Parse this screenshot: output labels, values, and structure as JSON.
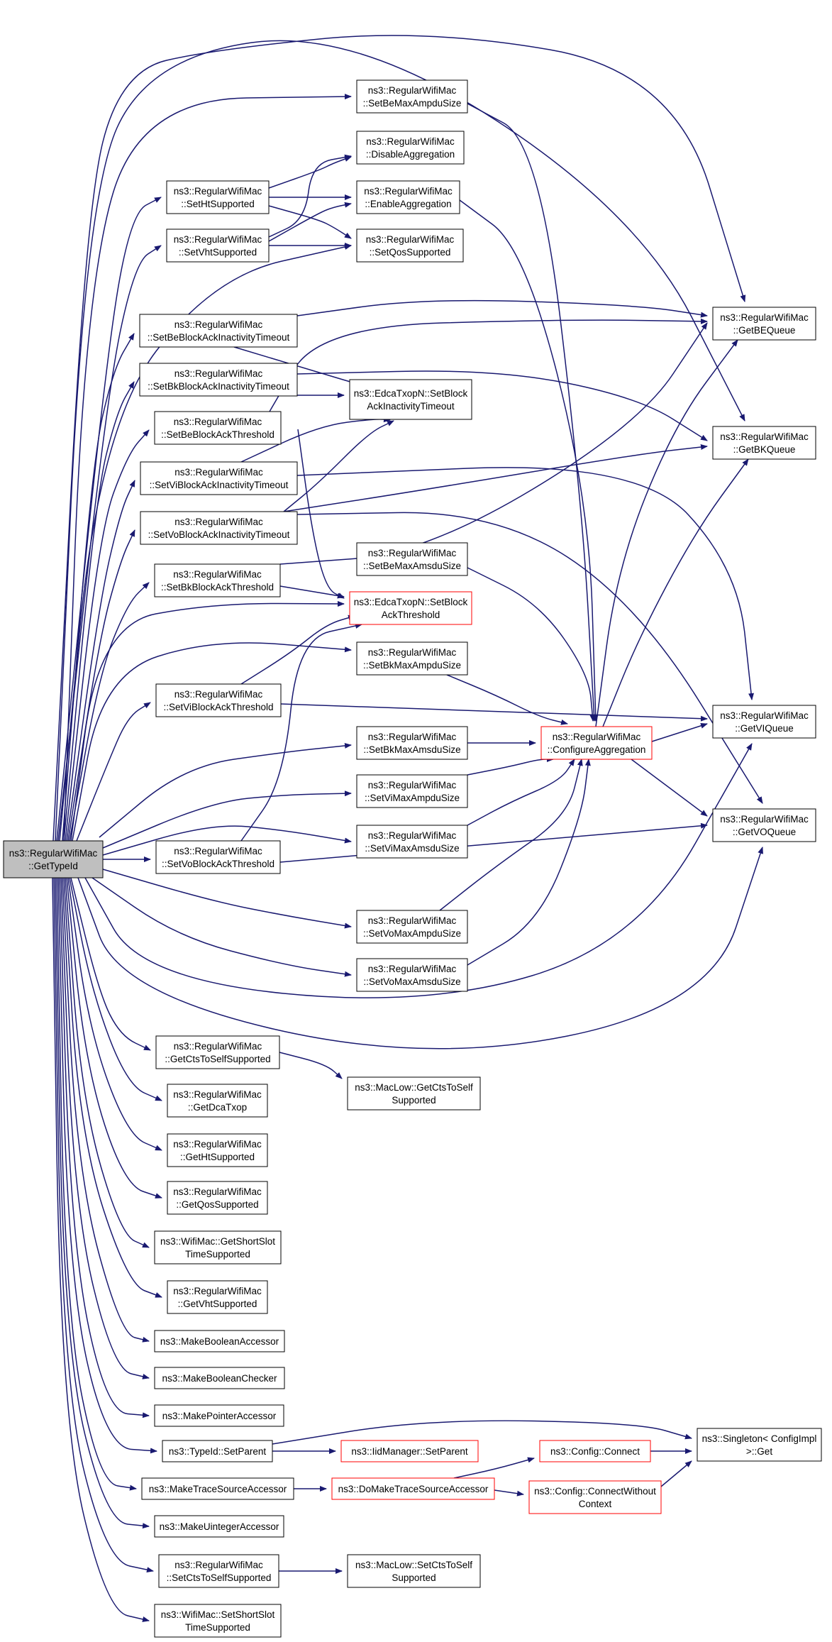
{
  "colors": {
    "edge": "#191970",
    "node_border": "#000000",
    "node_border_incomplete": "#ff0000",
    "root_fill": "#bfbfbf",
    "background": "#ffffff"
  },
  "nodes": [
    {
      "id": "root",
      "lines": [
        "ns3::RegularWifiMac",
        "::GetTypeId"
      ],
      "style": "root"
    },
    {
      "id": "setBeMaxAmpdu",
      "lines": [
        "ns3::RegularWifiMac",
        "::SetBeMaxAmpduSize"
      ]
    },
    {
      "id": "disableAgg",
      "lines": [
        "ns3::RegularWifiMac",
        "::DisableAggregation"
      ]
    },
    {
      "id": "setHt",
      "lines": [
        "ns3::RegularWifiMac",
        "::SetHtSupported"
      ]
    },
    {
      "id": "enableAgg",
      "lines": [
        "ns3::RegularWifiMac",
        "::EnableAggregation"
      ]
    },
    {
      "id": "setVht",
      "lines": [
        "ns3::RegularWifiMac",
        "::SetVhtSupported"
      ]
    },
    {
      "id": "setQos",
      "lines": [
        "ns3::RegularWifiMac",
        "::SetQosSupported"
      ]
    },
    {
      "id": "setBeBaIn",
      "lines": [
        "ns3::RegularWifiMac",
        "::SetBeBlockAckInactivityTimeout"
      ]
    },
    {
      "id": "getBE",
      "lines": [
        "ns3::RegularWifiMac",
        "::GetBEQueue"
      ]
    },
    {
      "id": "setBkBaIn",
      "lines": [
        "ns3::RegularWifiMac",
        "::SetBkBlockAckInactivityTimeout"
      ]
    },
    {
      "id": "edcaInact",
      "lines": [
        "ns3::EdcaTxopN::SetBlock",
        "AckInactivityTimeout"
      ]
    },
    {
      "id": "setBeBaTh",
      "lines": [
        "ns3::RegularWifiMac",
        "::SetBeBlockAckThreshold"
      ]
    },
    {
      "id": "getBK",
      "lines": [
        "ns3::RegularWifiMac",
        "::GetBKQueue"
      ]
    },
    {
      "id": "setViBaIn",
      "lines": [
        "ns3::RegularWifiMac",
        "::SetViBlockAckInactivityTimeout"
      ]
    },
    {
      "id": "setVoBaIn",
      "lines": [
        "ns3::RegularWifiMac",
        "::SetVoBlockAckInactivityTimeout"
      ]
    },
    {
      "id": "setBeMaxAmsdu",
      "lines": [
        "ns3::RegularWifiMac",
        "::SetBeMaxAmsduSize"
      ]
    },
    {
      "id": "setBkBaTh",
      "lines": [
        "ns3::RegularWifiMac",
        "::SetBkBlockAckThreshold"
      ]
    },
    {
      "id": "edcaThresh",
      "lines": [
        "ns3::EdcaTxopN::SetBlock",
        "AckThreshold"
      ],
      "style": "red"
    },
    {
      "id": "setBkMaxAmpdu",
      "lines": [
        "ns3::RegularWifiMac",
        "::SetBkMaxAmpduSize"
      ]
    },
    {
      "id": "setViBaTh",
      "lines": [
        "ns3::RegularWifiMac",
        "::SetViBlockAckThreshold"
      ]
    },
    {
      "id": "getVI",
      "lines": [
        "ns3::RegularWifiMac",
        "::GetVIQueue"
      ]
    },
    {
      "id": "setBkMaxAmsdu",
      "lines": [
        "ns3::RegularWifiMac",
        "::SetBkMaxAmsduSize"
      ]
    },
    {
      "id": "configAgg",
      "lines": [
        "ns3::RegularWifiMac",
        "::ConfigureAggregation"
      ],
      "style": "red"
    },
    {
      "id": "setViMaxAmpdu",
      "lines": [
        "ns3::RegularWifiMac",
        "::SetViMaxAmpduSize"
      ]
    },
    {
      "id": "getVO",
      "lines": [
        "ns3::RegularWifiMac",
        "::GetVOQueue"
      ]
    },
    {
      "id": "setViMaxAmsdu",
      "lines": [
        "ns3::RegularWifiMac",
        "::SetViMaxAmsduSize"
      ]
    },
    {
      "id": "setVoBaTh",
      "lines": [
        "ns3::RegularWifiMac",
        "::SetVoBlockAckThreshold"
      ]
    },
    {
      "id": "setVoMaxAmpdu",
      "lines": [
        "ns3::RegularWifiMac",
        "::SetVoMaxAmpduSize"
      ]
    },
    {
      "id": "setVoMaxAmsdu",
      "lines": [
        "ns3::RegularWifiMac",
        "::SetVoMaxAmsduSize"
      ]
    },
    {
      "id": "getCts",
      "lines": [
        "ns3::RegularWifiMac",
        "::GetCtsToSelfSupported"
      ]
    },
    {
      "id": "macLowGetCts",
      "lines": [
        "ns3::MacLow::GetCtsToSelf",
        "Supported"
      ]
    },
    {
      "id": "getDca",
      "lines": [
        "ns3::RegularWifiMac",
        "::GetDcaTxop"
      ]
    },
    {
      "id": "getHt",
      "lines": [
        "ns3::RegularWifiMac",
        "::GetHtSupported"
      ]
    },
    {
      "id": "getQos",
      "lines": [
        "ns3::RegularWifiMac",
        "::GetQosSupported"
      ]
    },
    {
      "id": "getShortSlot",
      "lines": [
        "ns3::WifiMac::GetShortSlot",
        "TimeSupported"
      ]
    },
    {
      "id": "getVht",
      "lines": [
        "ns3::RegularWifiMac",
        "::GetVhtSupported"
      ]
    },
    {
      "id": "makeBoolAcc",
      "lines": [
        "ns3::MakeBooleanAccessor"
      ]
    },
    {
      "id": "makeBoolChk",
      "lines": [
        "ns3::MakeBooleanChecker"
      ]
    },
    {
      "id": "makePtrAcc",
      "lines": [
        "ns3::MakePointerAccessor"
      ]
    },
    {
      "id": "setParent",
      "lines": [
        "ns3::TypeId::SetParent"
      ]
    },
    {
      "id": "iidSetParent",
      "lines": [
        "ns3::IidManager::SetParent"
      ],
      "style": "red"
    },
    {
      "id": "singleton",
      "lines": [
        "ns3::Singleton< ConfigImpl",
        ">::Get"
      ]
    },
    {
      "id": "cfgConnect",
      "lines": [
        "ns3::Config::Connect"
      ],
      "style": "red"
    },
    {
      "id": "makeTraceAcc",
      "lines": [
        "ns3::MakeTraceSourceAccessor"
      ]
    },
    {
      "id": "doMakeTrace",
      "lines": [
        "ns3::DoMakeTraceSourceAccessor"
      ],
      "style": "red"
    },
    {
      "id": "cfgConnectWo",
      "lines": [
        "ns3::Config::ConnectWithout",
        "Context"
      ],
      "style": "red"
    },
    {
      "id": "makeUintAcc",
      "lines": [
        "ns3::MakeUintegerAccessor"
      ]
    },
    {
      "id": "setCts",
      "lines": [
        "ns3::RegularWifiMac",
        "::SetCtsToSelfSupported"
      ]
    },
    {
      "id": "macLowSetCts",
      "lines": [
        "ns3::MacLow::SetCtsToSelf",
        "Supported"
      ]
    },
    {
      "id": "setShortSlot",
      "lines": [
        "ns3::WifiMac::SetShortSlot",
        "TimeSupported"
      ]
    }
  ]
}
